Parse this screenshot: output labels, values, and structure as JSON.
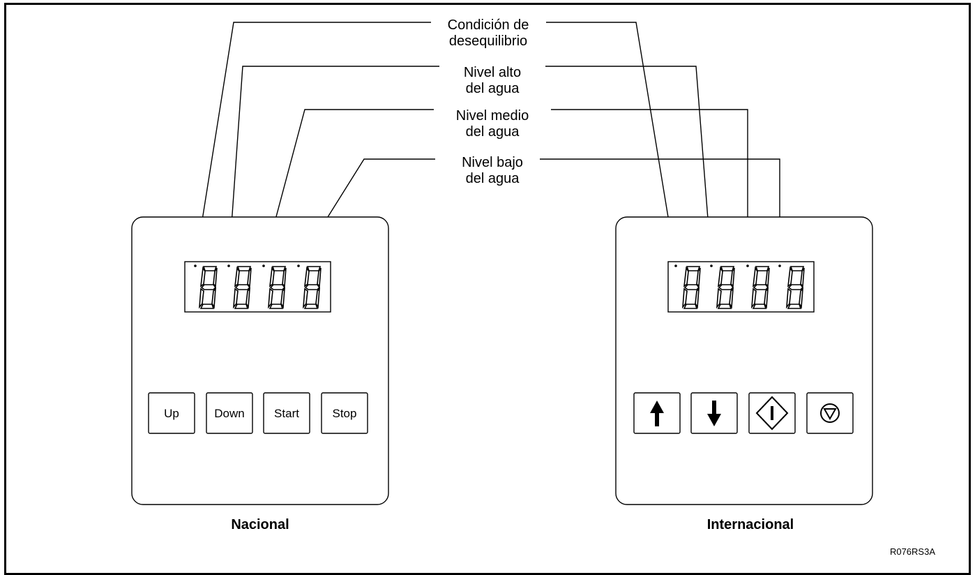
{
  "callouts": [
    {
      "line1": "Condición de",
      "line2": "desequilibrio"
    },
    {
      "line1": "Nivel alto",
      "line2": "del agua"
    },
    {
      "line1": "Nivel medio",
      "line2": "del agua"
    },
    {
      "line1": "Nivel bajo",
      "line2": "del agua"
    }
  ],
  "panels": {
    "national": {
      "caption": "Nacional",
      "buttons": [
        {
          "label": "Up"
        },
        {
          "label": "Down"
        },
        {
          "label": "Start"
        },
        {
          "label": "Stop"
        }
      ]
    },
    "international": {
      "caption": "Internacional",
      "buttons": [
        {
          "icon": "arrow-up-icon"
        },
        {
          "icon": "arrow-down-icon"
        },
        {
          "icon": "start-diamond-icon"
        },
        {
          "icon": "stop-triangle-icon"
        }
      ]
    }
  },
  "figure_ref": "R076RS3A"
}
